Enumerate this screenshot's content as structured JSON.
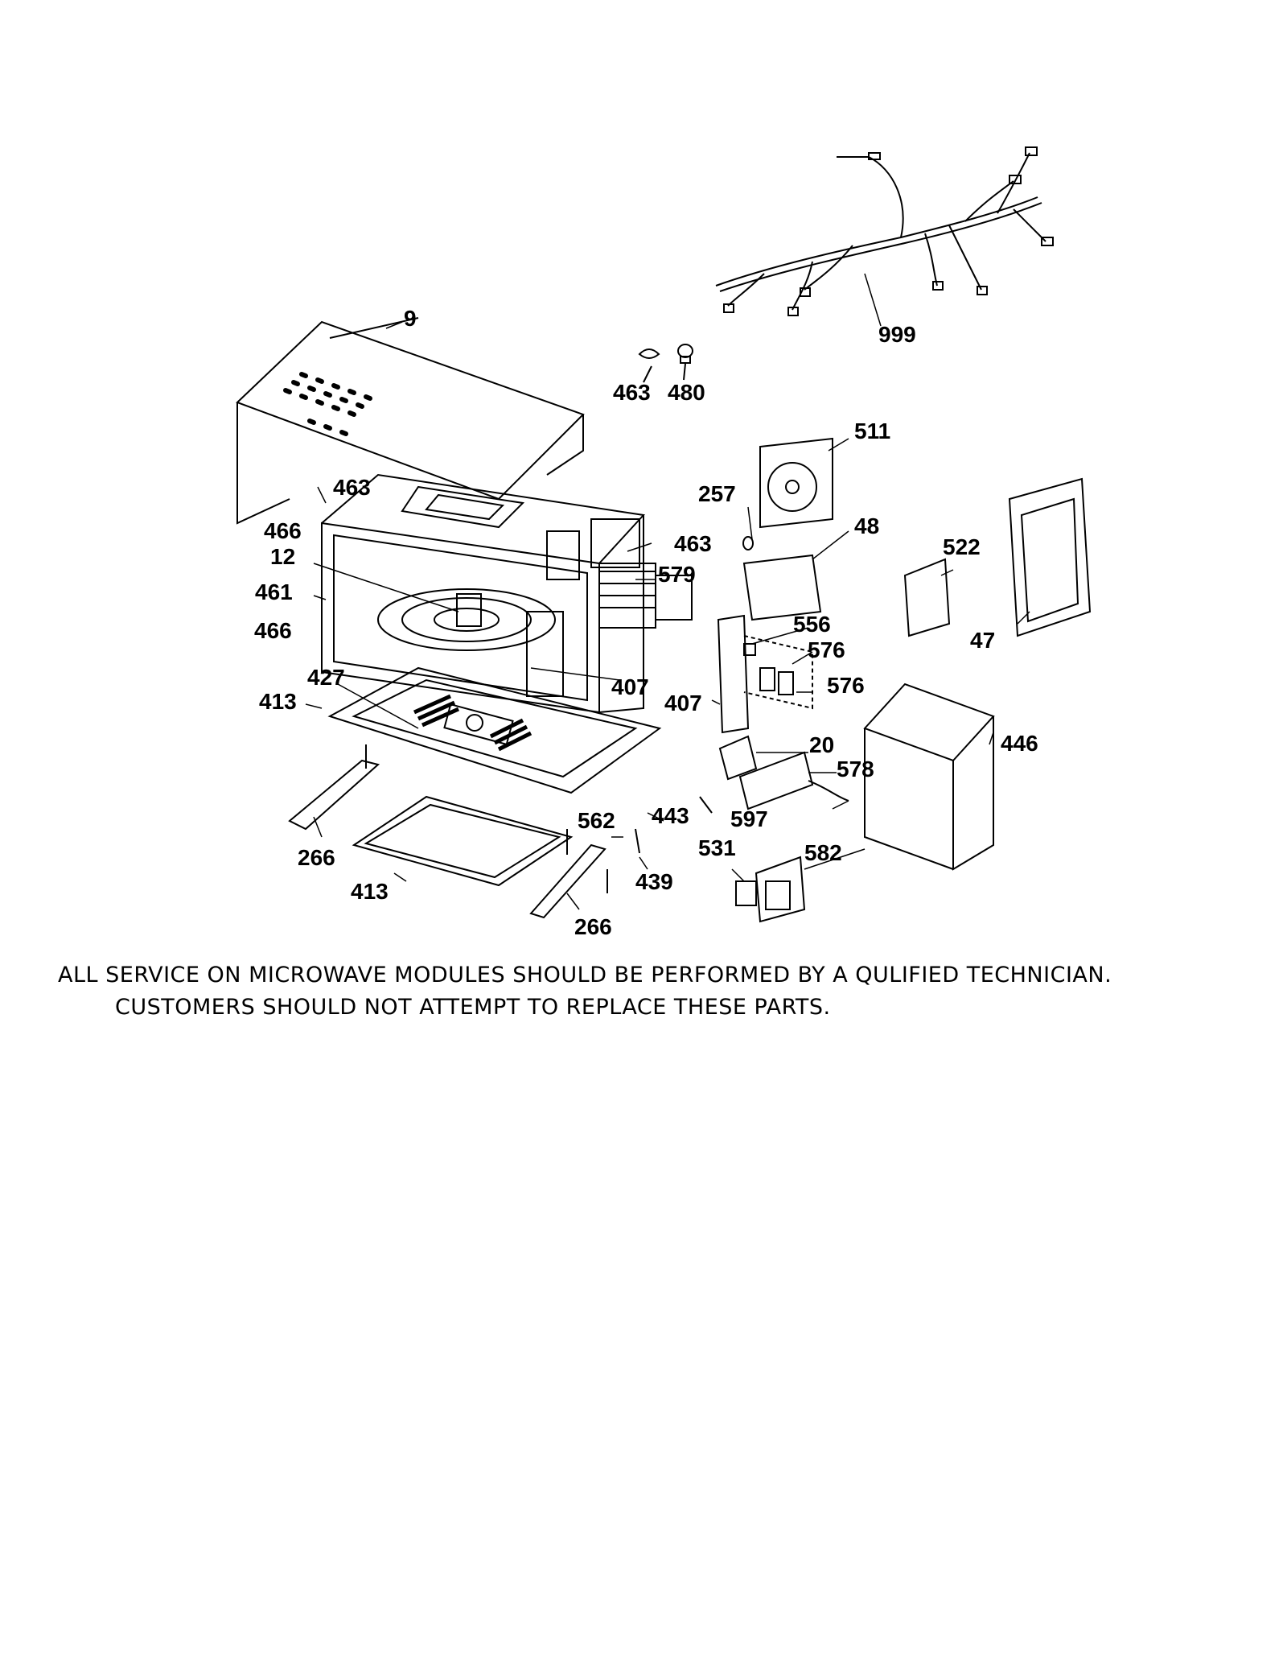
{
  "diagram": {
    "parts": [
      "9",
      "463",
      "480",
      "999",
      "511",
      "257",
      "48",
      "522",
      "47",
      "466",
      "463",
      "12",
      "461",
      "463",
      "579",
      "466",
      "427",
      "407",
      "556",
      "576",
      "576",
      "407",
      "413",
      "20",
      "446",
      "578",
      "443",
      "597",
      "562",
      "266",
      "531",
      "582",
      "439",
      "413",
      "266"
    ],
    "notice": {
      "line1": "ALL SERVICE ON MICROWAVE MODULES SHOULD BE PERFORMED BY A QULIFIED TECHNICIAN.",
      "line2": "CUSTOMERS SHOULD NOT ATTEMPT TO REPLACE THESE PARTS."
    }
  }
}
